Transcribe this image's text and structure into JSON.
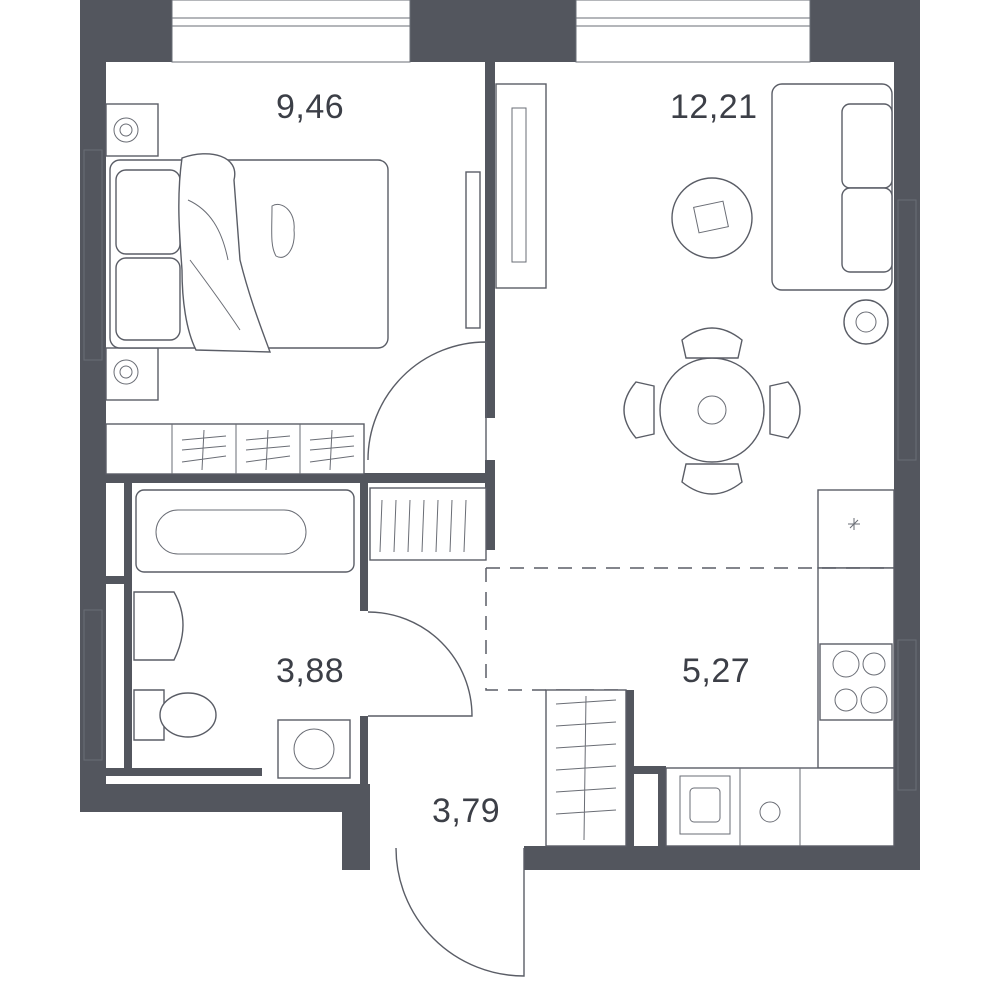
{
  "rooms": [
    {
      "id": "bedroom",
      "area": "9,46"
    },
    {
      "id": "living",
      "area": "12,21"
    },
    {
      "id": "bathroom",
      "area": "3,88"
    },
    {
      "id": "kitchen",
      "area": "5,27"
    },
    {
      "id": "hall",
      "area": "3,79"
    }
  ],
  "colors": {
    "wall": "#53565e",
    "line": "#5a5d66",
    "background": "#ffffff"
  }
}
